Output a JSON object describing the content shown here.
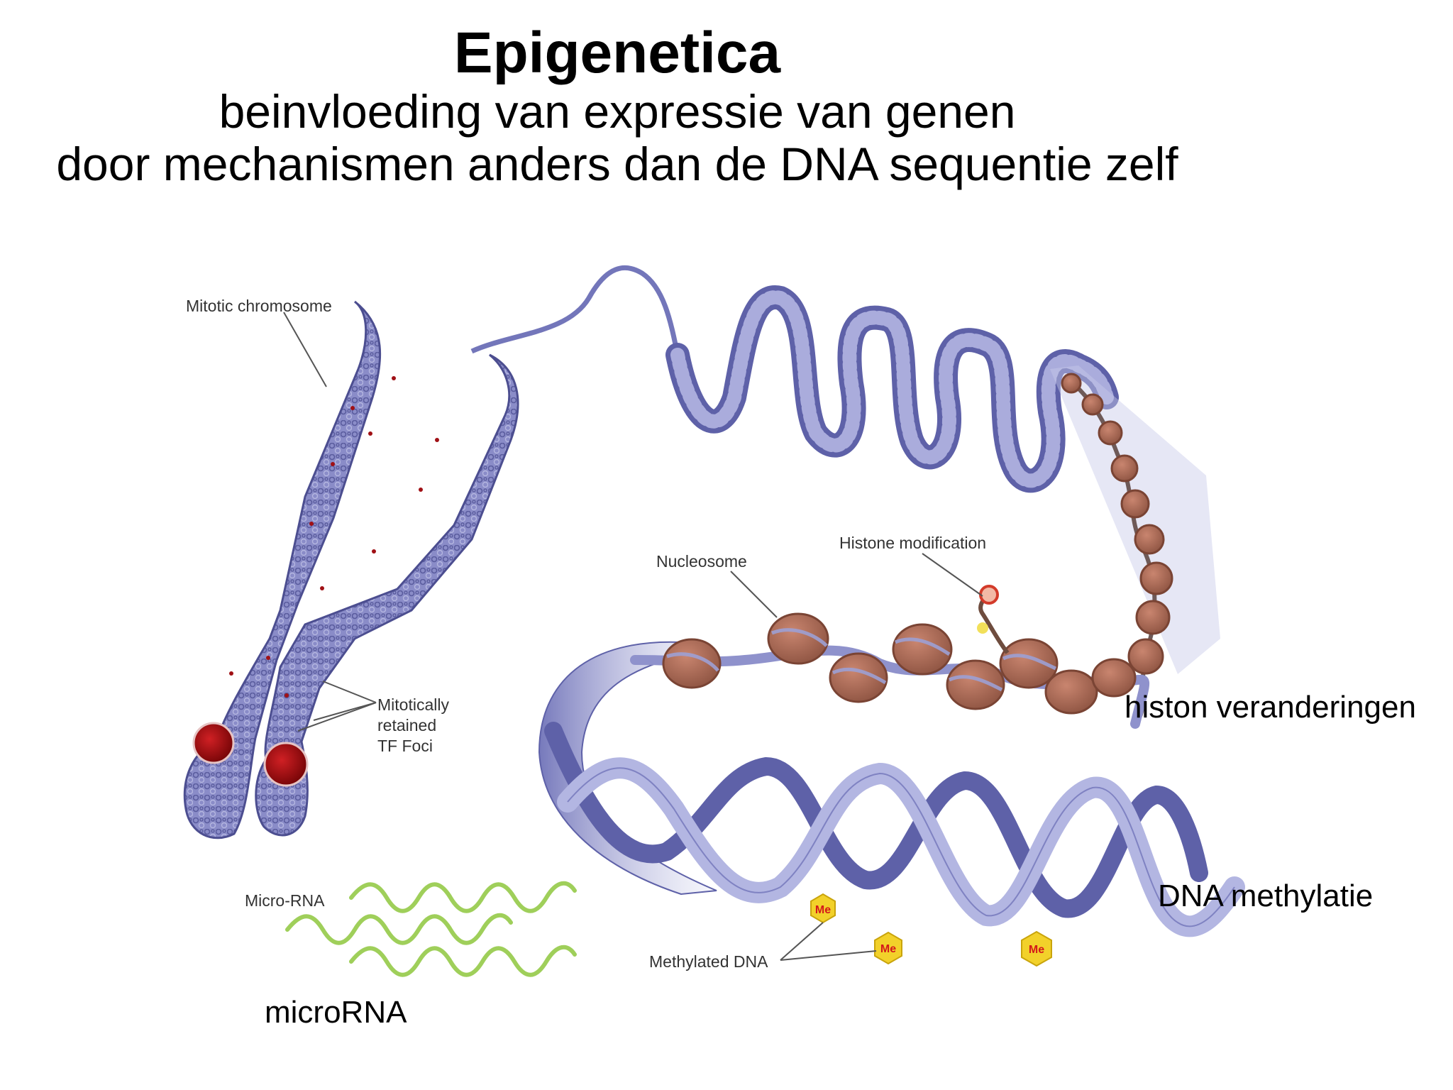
{
  "title": "Epigenetica",
  "subtitle_line1": "beinvloeding van expressie van genen",
  "subtitle_line2": "door mechanismen anders dan de DNA sequentie zelf",
  "labels": {
    "mitotic_chromosome": "Mitotic chromosome",
    "tf_foci_line1": "Mitotically",
    "tf_foci_line2": "retained",
    "tf_foci_line3": "TF Foci",
    "nucleosome": "Nucleosome",
    "histone_modification": "Histone modification",
    "micro_rna": "Micro-RNA",
    "methylated_dna": "Methylated DNA",
    "me_tag": "Me"
  },
  "slide_labels": {
    "histone_changes": "histon veranderingen",
    "dna_methylation": "DNA methylatie",
    "microrna": "microRNA"
  },
  "colors": {
    "chromosome": "#8a8cc8",
    "chromosome_dark": "#5a5c9e",
    "nucleosome": "#b0705c",
    "nucleosome_dark": "#7a4434",
    "tf_foci": "#9c0c10",
    "micro_rna": "#9fcf5a",
    "methyl_tag": "#f2d12a",
    "methyl_text": "#d4181a",
    "dna_ribbon": "#a4a7d6"
  }
}
